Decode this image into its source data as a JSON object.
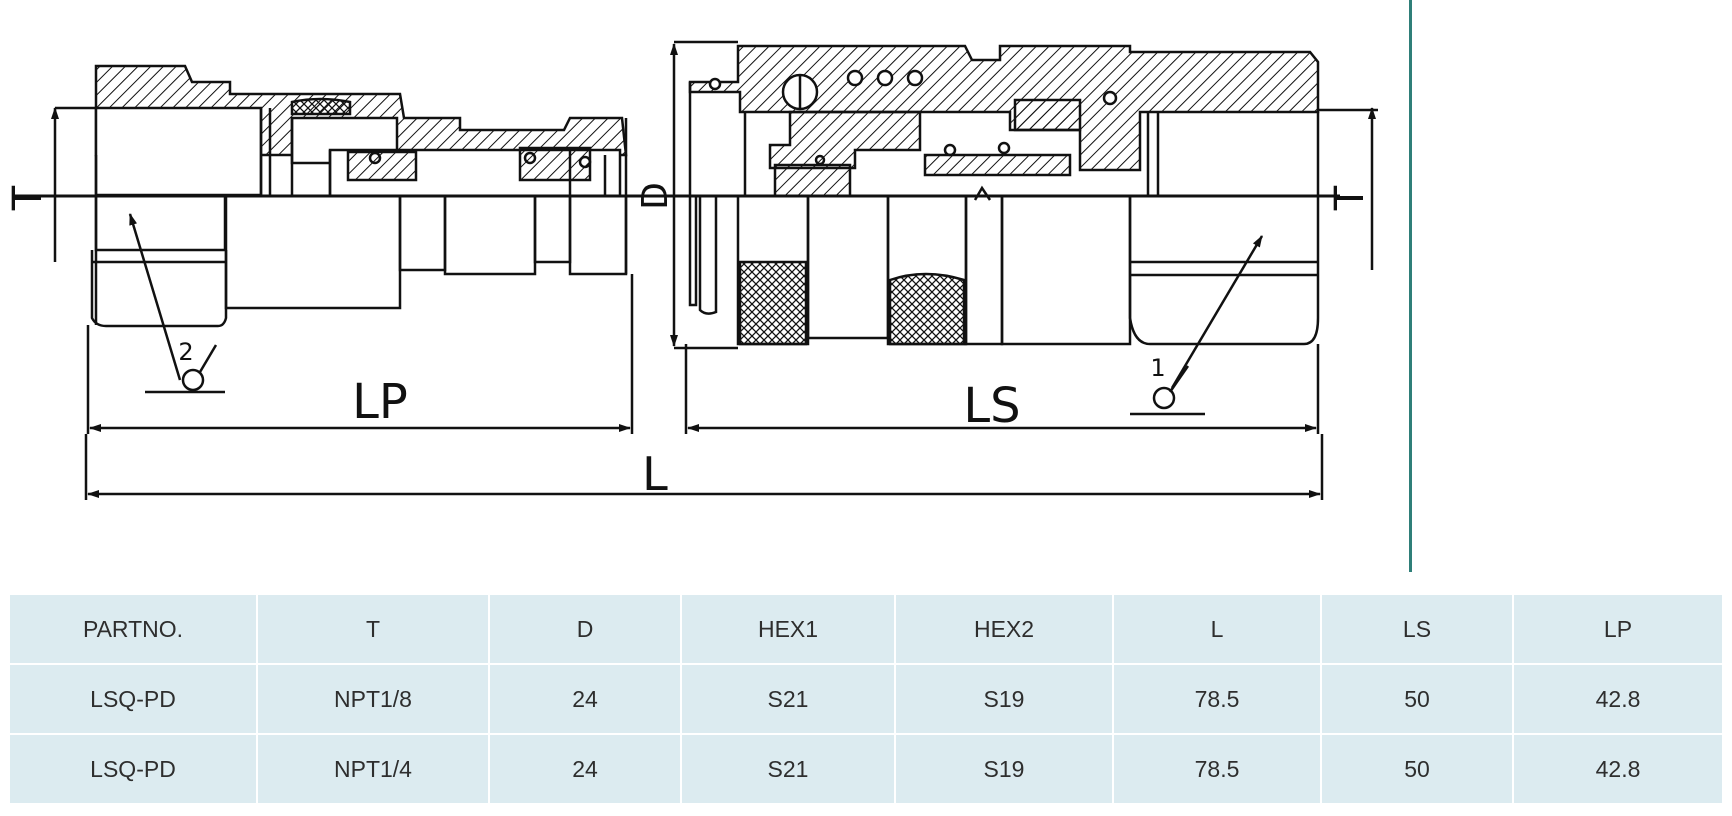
{
  "drawing": {
    "labels": {
      "t_left": "T",
      "t_right": "T",
      "d": "D",
      "lp": "LP",
      "ls": "LS",
      "l": "L",
      "callout_1": "1",
      "callout_2": "2"
    }
  },
  "accent_color": "#2f7f79",
  "table": {
    "headers": [
      "PARTNO.",
      "T",
      "D",
      "HEX1",
      "HEX2",
      "L",
      "LS",
      "LP"
    ],
    "rows": [
      [
        "LSQ-PD",
        "NPT1/8",
        "24",
        "S21",
        "S19",
        "78.5",
        "50",
        "42.8"
      ],
      [
        "LSQ-PD",
        "NPT1/4",
        "24",
        "S21",
        "S19",
        "78.5",
        "50",
        "42.8"
      ]
    ]
  }
}
